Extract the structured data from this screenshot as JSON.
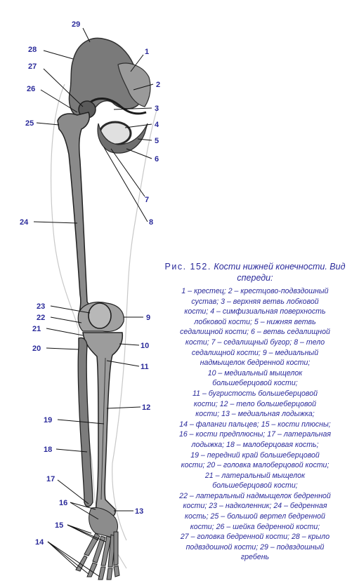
{
  "caption": {
    "figure_number": "Рис. 152.",
    "title": "Кости нижней конечности. Вид спереди:",
    "lines": [
      "1 – крестец; 2 – крестцово-подвздошный",
      "сустав; 3 – верхняя ветвь лобковой",
      "кости; 4 – симфизиальная поверхность",
      "лобковой кости; 5 – нижняя ветвь",
      "седалищной кости; 6 – ветвь седалищной",
      "кости; 7 – седалищный бугор; 8 – тело",
      "седалищной кости; 9 – медиальный",
      "надмыщелок бедренной кости;",
      "10 – медиальный мыщелок",
      "большеберцовой кости;",
      "11 – бугристость большеберцовой",
      "кости; 12 – тело большеберцовой",
      "кости; 13 – медиальная лодыжка;",
      "14 – фаланги пальцев; 15 – кости плюсны;",
      "16 – кости предплюсны; 17 – латеральная",
      "лодыжка; 18 – малоберцовая кость;",
      "19 – передний край большеберцовой",
      "кости; 20 – головка малоберцовой кости;",
      "21 – латеральный мыщелок",
      "большеберцовой кости;",
      "22 – латеральный надмыщелок бедренной",
      "кости; 23 – надколенник; 24 – бедренная",
      "кость; 25 – большой вертел бедренной",
      "кости; 26 – шейка бедренной кости;",
      "27 – головка бедренной кости; 28 – крыло",
      "подвздошной кости; 29 – подвздошный",
      "гребень"
    ]
  },
  "labels": {
    "l1": "1",
    "l2": "2",
    "l3": "3",
    "l4": "4",
    "l5": "5",
    "l6": "6",
    "l7": "7",
    "l8": "8",
    "l9": "9",
    "l10": "10",
    "l11": "11",
    "l12": "12",
    "l13": "13",
    "l14": "14",
    "l15": "15",
    "l16": "16",
    "l17": "17",
    "l18": "18",
    "l19": "19",
    "l20": "20",
    "l21": "21",
    "l22": "22",
    "l23": "23",
    "l24": "24",
    "l25": "25",
    "l26": "26",
    "l27": "27",
    "l28": "28",
    "l29": "29"
  },
  "colors": {
    "label": "#2a2a9a",
    "bone": "#6e6e6e",
    "bone_dark": "#3a3a3a",
    "outline": "#c4c4c4"
  }
}
